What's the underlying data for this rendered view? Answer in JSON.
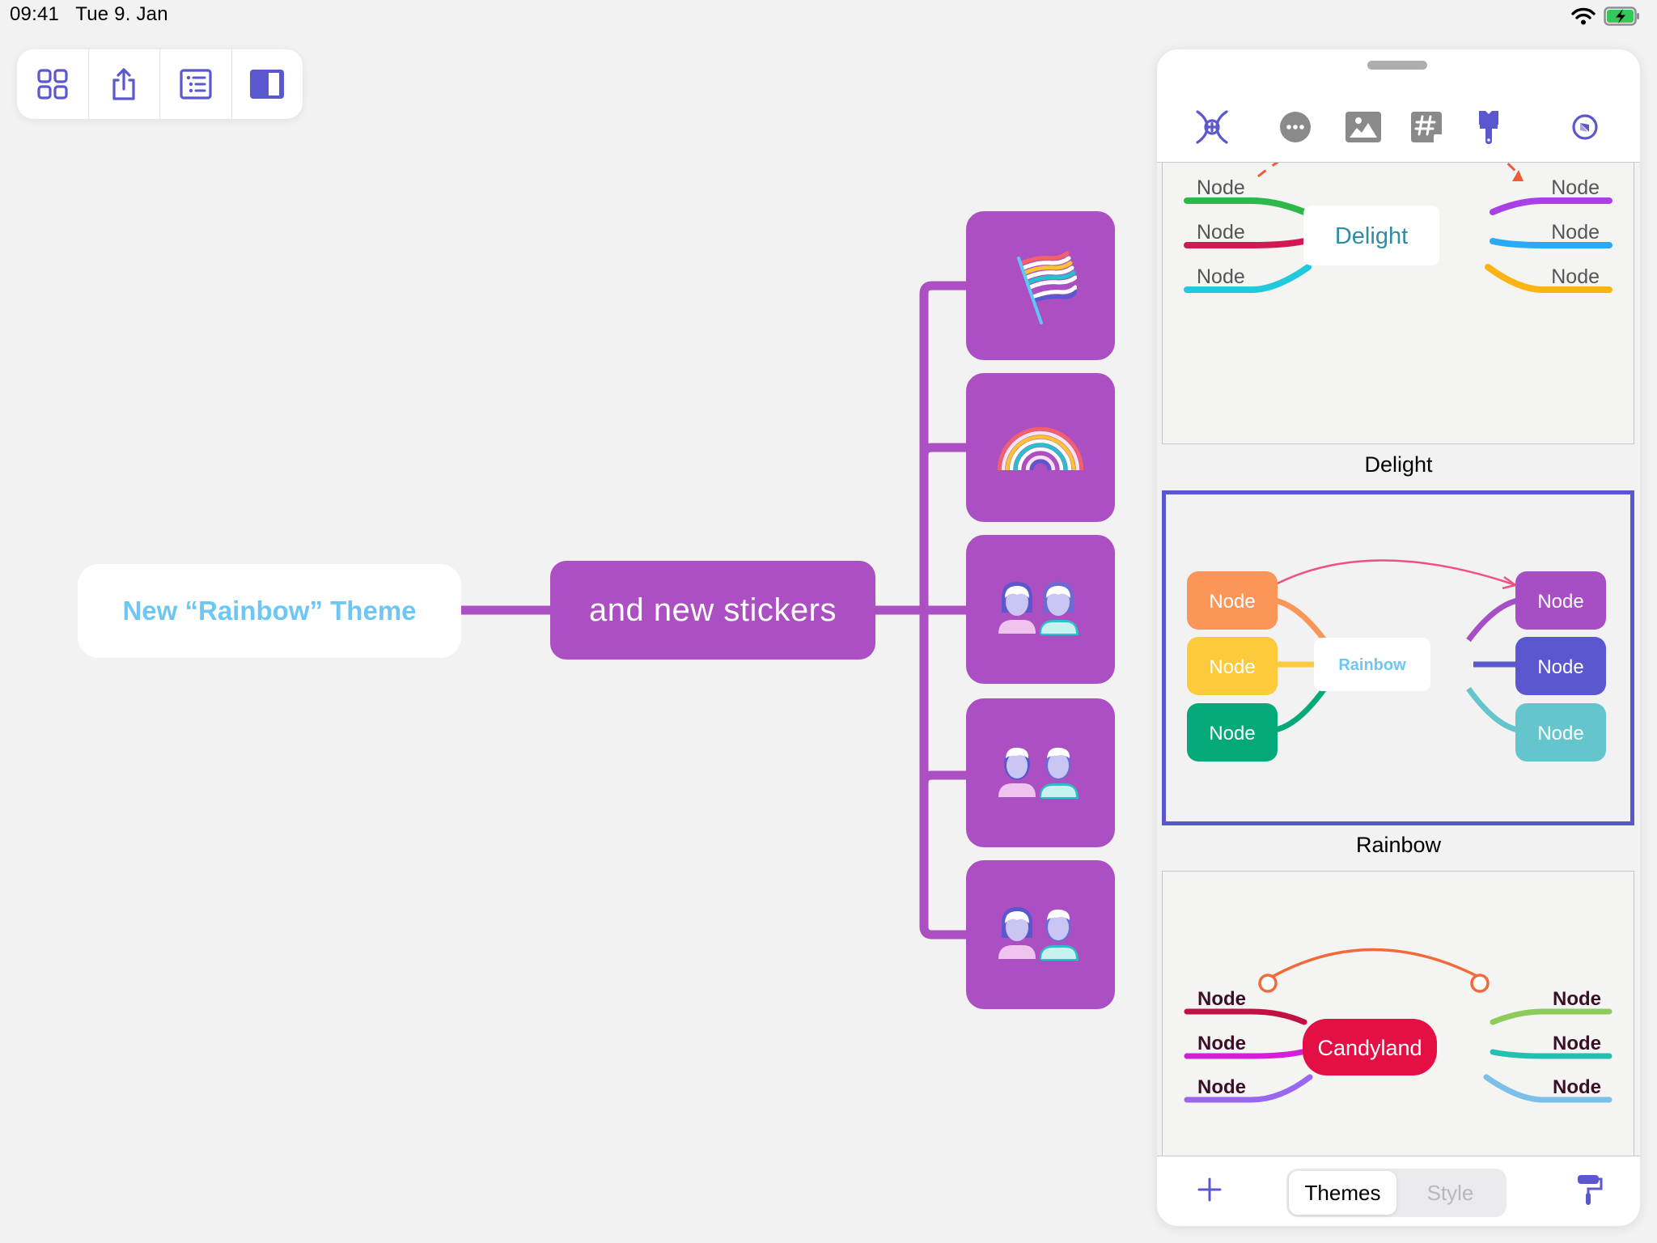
{
  "status_bar": {
    "time": "09:41",
    "date": "Tue 9. Jan",
    "icons": [
      "wifi-icon",
      "battery-charging-icon"
    ],
    "battery_color": "#34c759"
  },
  "toolbar": {
    "buttons": [
      {
        "name": "grid-icon",
        "label": "Documents"
      },
      {
        "name": "share-icon",
        "label": "Share"
      },
      {
        "name": "outline-icon",
        "label": "Outline"
      },
      {
        "name": "sidebar-icon",
        "label": "Inspector",
        "active": true
      }
    ],
    "accent": "#5a57cf"
  },
  "canvas": {
    "root_node": {
      "text": "New “Rainbow” Theme",
      "color": "#6ec6f5"
    },
    "sub_node": {
      "text": "and new stickers",
      "color": "#ac4fc2"
    },
    "stickers": [
      {
        "icon": "rainbow-flag-sticker"
      },
      {
        "icon": "rainbow-sticker"
      },
      {
        "icon": "two-women-sticker"
      },
      {
        "icon": "two-men-sticker"
      },
      {
        "icon": "woman-and-man-sticker"
      }
    ],
    "branch_color": "#ac4fc2"
  },
  "panel": {
    "icon_tabs": [
      {
        "name": "add-node-icon",
        "active": true
      },
      {
        "name": "more-icon",
        "active": false
      },
      {
        "name": "image-icon",
        "active": false
      },
      {
        "name": "tag-icon",
        "active": false
      },
      {
        "name": "paintbrush-icon",
        "active": true
      },
      {
        "name": "navigate-icon",
        "active": true
      }
    ],
    "themes": [
      {
        "name": "Delight",
        "center": "Delight",
        "node_label": "Node",
        "selected": false,
        "branch_colors": [
          "#2fb84a",
          "#cf1a55",
          "#22c8dc",
          "#aa3fe6",
          "#2aaaf5",
          "#fbb414"
        ]
      },
      {
        "name": "Rainbow",
        "center": "Rainbow",
        "node_label": "Node",
        "selected": true,
        "branch_colors": [
          "#fb9658",
          "#fdca3c",
          "#04a97a",
          "#a84ec4",
          "#5a57cf",
          "#64c6cc"
        ]
      },
      {
        "name": "Candyland",
        "center": "Candyland",
        "node_label": "Node",
        "selected": false,
        "branch_colors": [
          "#c11144",
          "#d21fd8",
          "#9966f0",
          "#8ccc5a",
          "#25bfb0",
          "#7cbfe8"
        ]
      }
    ],
    "bottom": {
      "add_label": "+",
      "segments": [
        {
          "label": "Themes",
          "active": true
        },
        {
          "label": "Style",
          "active": false
        }
      ]
    }
  }
}
